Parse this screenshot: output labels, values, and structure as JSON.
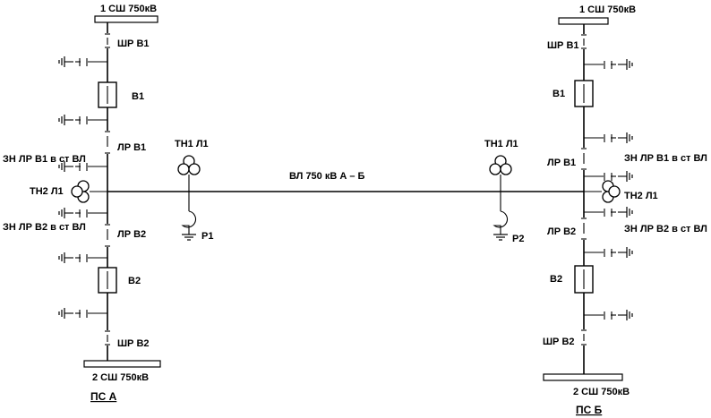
{
  "line_label": "ВЛ 750 кВ А – Б",
  "station_a": {
    "name": "ПС А",
    "bus_top": "1 СШ 750кВ",
    "bus_bottom": "2 СШ 750кВ",
    "shr_b1": "ШР В1",
    "b1": "В1",
    "lr_b1": "ЛР В1",
    "zn_lr_b1": "ЗН ЛР В1 в ст ВЛ",
    "th2": "ТН2 Л1",
    "zn_lr_b2": "ЗН ЛР В2 в ст ВЛ",
    "lr_b2": "ЛР В2",
    "b2": "В2",
    "shr_b2": "ШР В2",
    "th1": "ТН1 Л1",
    "reactor": "Р1"
  },
  "station_b": {
    "name": "ПС Б",
    "bus_top": "1 СШ 750кВ",
    "bus_bottom": "2 СШ 750кВ",
    "shr_b1": "ШР В1",
    "b1": "В1",
    "lr_b1": "ЛР В1",
    "zn_lr_b1": "ЗН ЛР В1 в ст ВЛ",
    "th2": "ТН2 Л1",
    "zn_lr_b2": "ЗН ЛР В2 в ст ВЛ",
    "lr_b2": "ЛР В2",
    "b2": "В2",
    "shr_b2": "ШР В2",
    "th1": "ТН1 Л1",
    "reactor": "Р2"
  }
}
